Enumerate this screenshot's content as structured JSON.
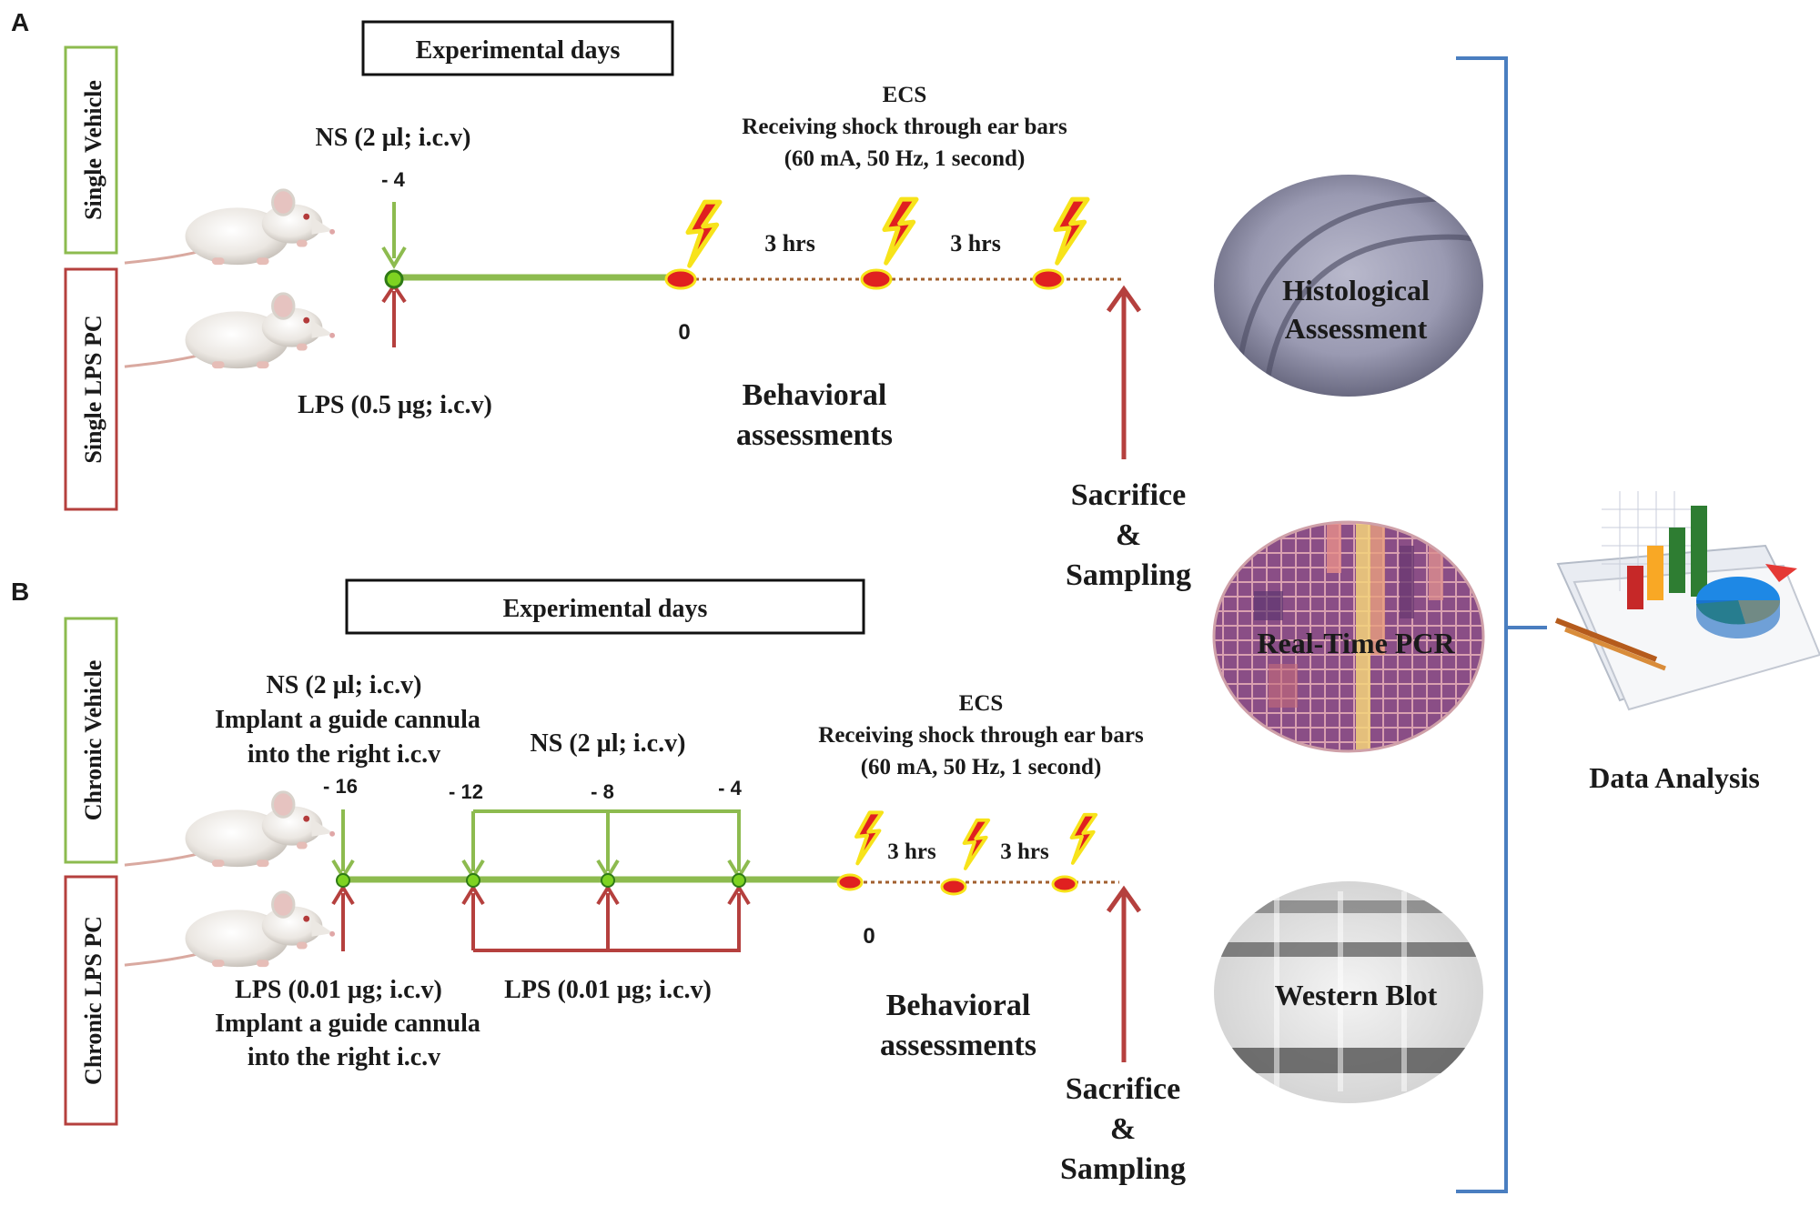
{
  "panelA": {
    "label": "A",
    "header": "Experimental days",
    "group1": "Single Vehicle",
    "group2": "Single LPS PC",
    "ns": "NS  (2 µl; i.c.v)",
    "ns_day": "- 4",
    "lps": "LPS  (0.5 µg; i.c.v)",
    "day0": "0",
    "ecs": [
      "ECS",
      "Receiving shock through ear bars",
      "(60 mA, 50 Hz, 1 second)"
    ],
    "interval1": "3 hrs",
    "interval2": "3 hrs",
    "behavioral": [
      "Behavioral",
      "assessments"
    ],
    "sacrifice": [
      "Sacrifice",
      "&",
      "Sampling"
    ]
  },
  "panelB": {
    "label": "B",
    "header": "Experimental days",
    "group1": "Chronic Vehicle",
    "group2": "Chronic LPS PC",
    "ns_top": [
      "NS (2 µl; i.c.v)",
      "Implant a guide cannula",
      "into the right i.c.v"
    ],
    "ns_repeat": "NS (2 µl; i.c.v)",
    "days": [
      "- 16",
      "- 12",
      "- 8",
      "- 4"
    ],
    "lps_bottom": [
      "LPS (0.01 µg; i.c.v)",
      "Implant a guide cannula",
      "into the right i.c.v"
    ],
    "lps_repeat": "LPS  (0.01 µg; i.c.v)",
    "day0": "0",
    "ecs": [
      "ECS",
      "Receiving shock through ear bars",
      "(60 mA, 50 Hz, 1 second)"
    ],
    "interval1": "3 hrs",
    "interval2": "3 hrs",
    "behavioral": [
      "Behavioral",
      "assessments"
    ],
    "sacrifice": [
      "Sacrifice",
      "&",
      "Sampling"
    ]
  },
  "outputs": {
    "histology": [
      "Histological",
      "Assessment"
    ],
    "pcr": "Real-Time PCR",
    "western": "Western Blot",
    "analysis": "Data Analysis"
  },
  "colors": {
    "vehicle": "#8dbb4f",
    "lps": "#b5403e",
    "bracket": "#4a7ec0",
    "shock_red": "#e02020",
    "shock_yellow": "#f7e31a"
  }
}
